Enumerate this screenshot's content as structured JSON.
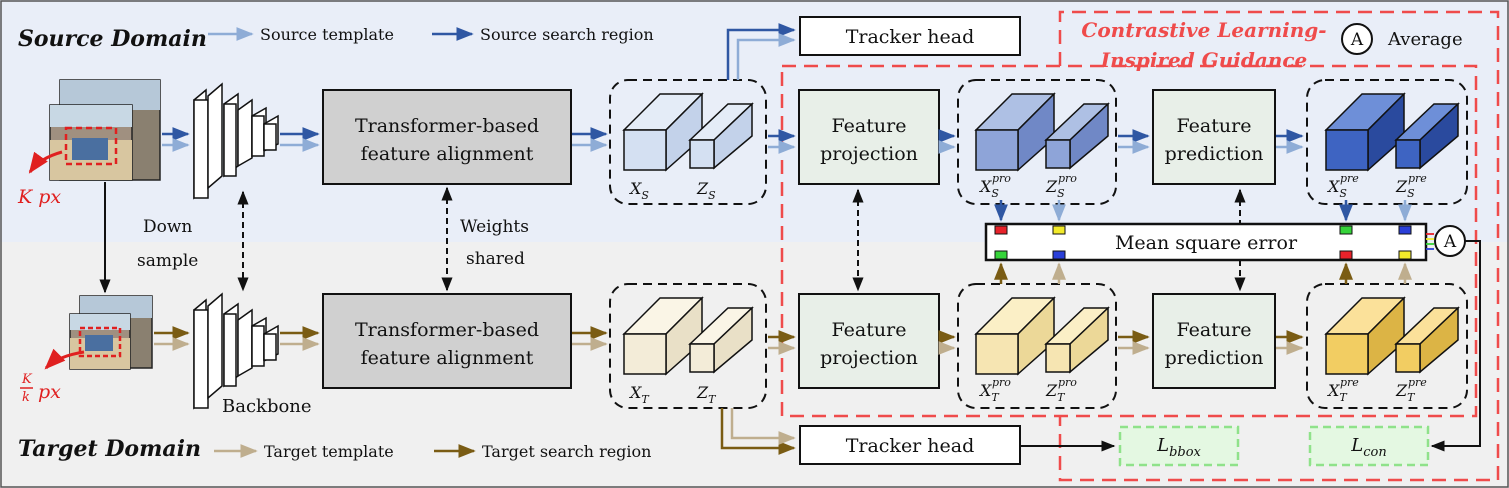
{
  "domains": {
    "source": "Source Domain",
    "target": "Target Domain"
  },
  "legend": {
    "source_template": "Source template",
    "source_search": "Source search region",
    "target_template": "Target template",
    "target_search": "Target search region",
    "average_symbol": "A",
    "average_label": "Average"
  },
  "guidance_title": {
    "line1": "Contrastive Learning-",
    "line2": "Inspired Guidance"
  },
  "labels": {
    "k_px": "K px",
    "k_over_k_num": "K",
    "k_over_k_den": "k",
    "k_over_k_unit": "px",
    "down": "Down",
    "sample": "sample",
    "backbone": "Backbone",
    "weights": "Weights",
    "shared": "shared"
  },
  "boxes": {
    "tracker_head": "Tracker head",
    "tba_line1": "Transformer-based",
    "tba_line2": "feature alignment",
    "feat_line1": "Feature",
    "proj_line2": "projection",
    "pred_line2": "prediction",
    "mse": "Mean square error"
  },
  "features": {
    "xs": {
      "base": "X",
      "sub": "S",
      "sup": ""
    },
    "zs": {
      "base": "Z",
      "sub": "S",
      "sup": ""
    },
    "xt": {
      "base": "X",
      "sub": "T",
      "sup": ""
    },
    "zt": {
      "base": "Z",
      "sub": "T",
      "sup": ""
    },
    "xs_pro": {
      "base": "X",
      "sub": "S",
      "sup": "pro"
    },
    "zs_pro": {
      "base": "Z",
      "sub": "S",
      "sup": "pro"
    },
    "xt_pro": {
      "base": "X",
      "sub": "T",
      "sup": "pro"
    },
    "zt_pro": {
      "base": "Z",
      "sub": "T",
      "sup": "pro"
    },
    "xs_pre": {
      "base": "X",
      "sub": "S",
      "sup": "pre"
    },
    "zs_pre": {
      "base": "Z",
      "sub": "S",
      "sup": "pre"
    },
    "xt_pre": {
      "base": "X",
      "sub": "T",
      "sup": "pre"
    },
    "zt_pre": {
      "base": "Z",
      "sub": "T",
      "sup": "pre"
    }
  },
  "losses": {
    "bbox": {
      "base": "L",
      "sub": "bbox"
    },
    "con": {
      "base": "L",
      "sub": "con"
    }
  },
  "colors": {
    "source_bg": "#e9eef8",
    "target_bg": "#f0f0f0",
    "source_template_arrow": "#8eacd6",
    "source_search_arrow": "#2f57a3",
    "target_template_arrow": "#bfae8e",
    "target_search_arrow": "#7a5c14",
    "guidance_red": "#ef4b4b",
    "loss_green": "#8fe28a",
    "loss_fill": "#e4f8e2"
  }
}
